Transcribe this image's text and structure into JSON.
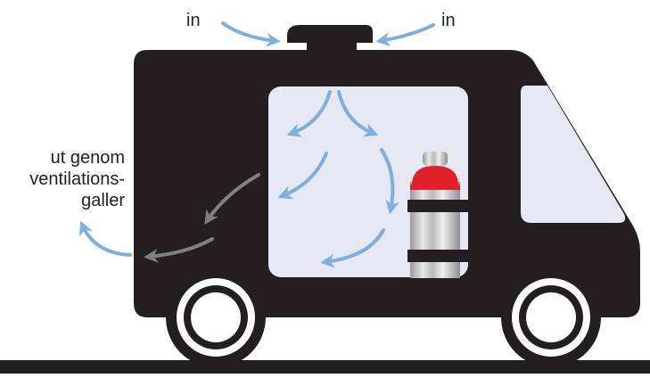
{
  "labels": {
    "in_left": "in",
    "in_right": "in",
    "out_lines": [
      "ut genom",
      "ventilations-",
      "galler"
    ]
  },
  "colors": {
    "van_body": "#231f20",
    "cabin_interior": "#e6e8f3",
    "airflow_in": "#7fb0dd",
    "airflow_out": "#808080",
    "gas_cap": "#e0202a",
    "ground": "#231f20"
  },
  "icons": [
    "van-icon",
    "gas-bottle-icon",
    "wheel-icon",
    "roof-vent-icon",
    "airflow-arrow-icon"
  ]
}
